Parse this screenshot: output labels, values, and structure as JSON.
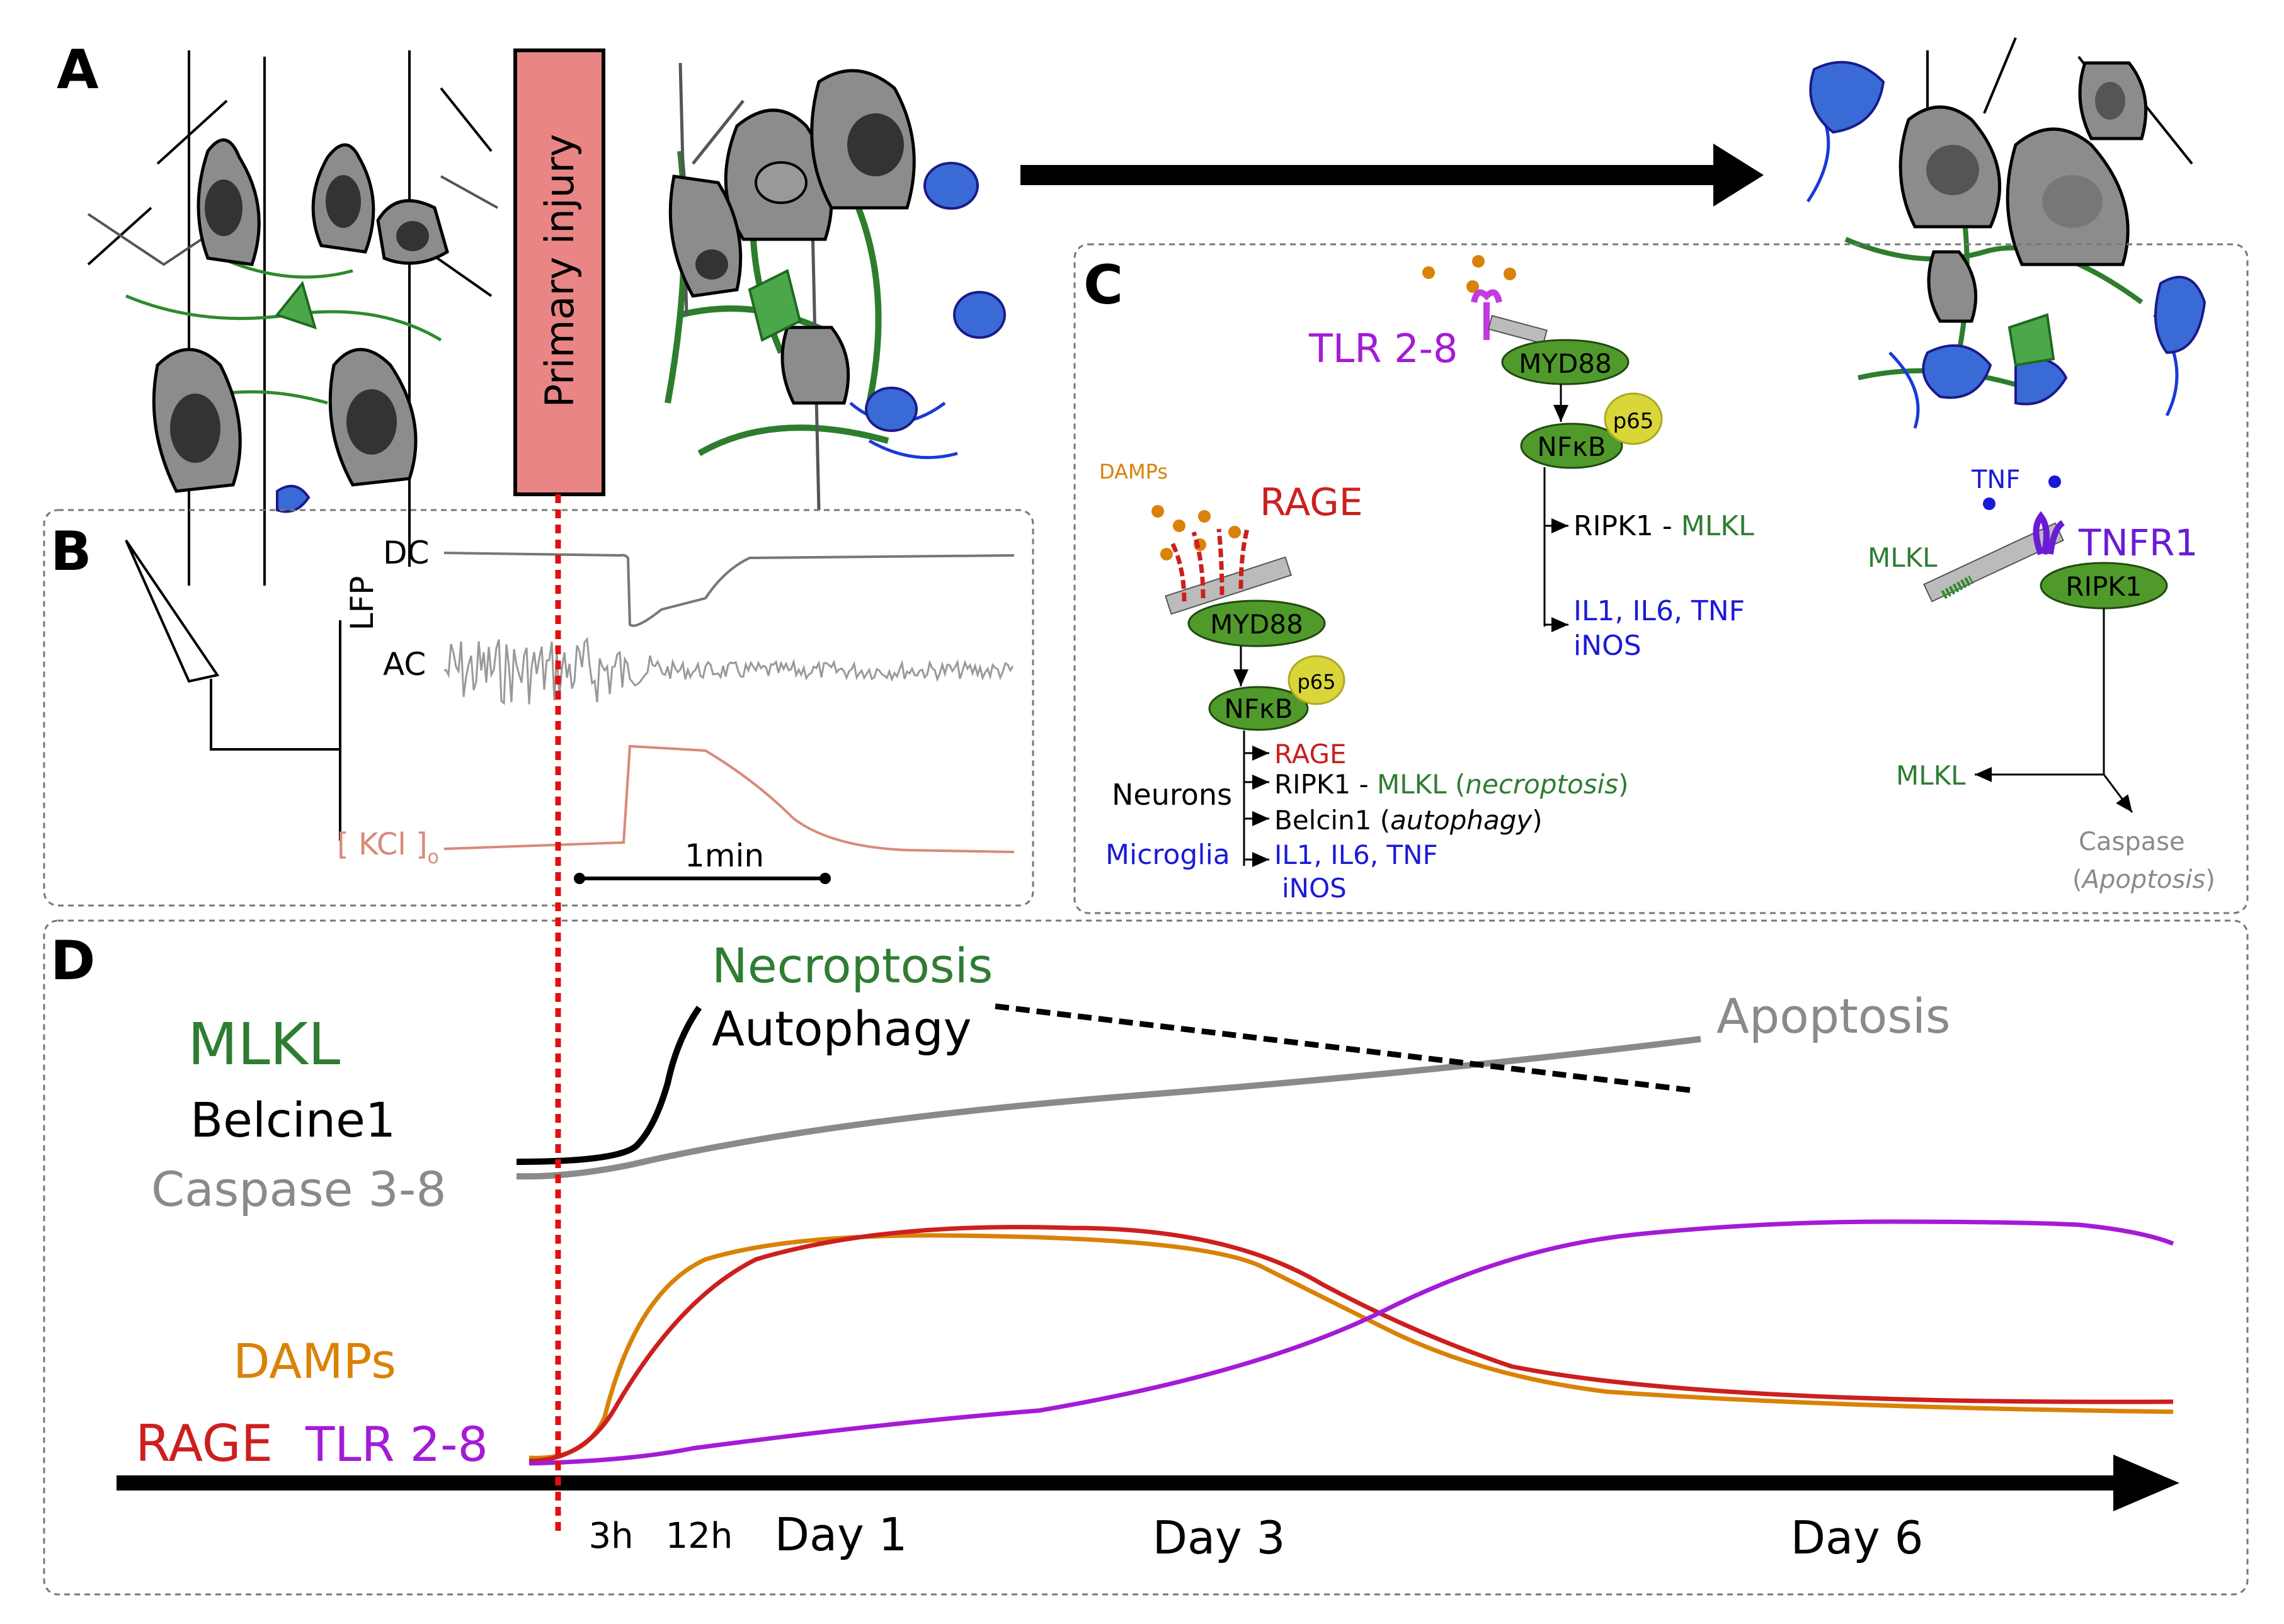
{
  "panels": {
    "a": "A",
    "b": "B",
    "c": "C",
    "d": "D"
  },
  "panel_a": {
    "primary_injury": "Primary injury"
  },
  "panel_b": {
    "lfp": "LFP",
    "dc": "DC",
    "ac": "AC",
    "kcl": "[ KCl ]",
    "kcl_sub": "o",
    "scale_bar": "1min"
  },
  "panel_c": {
    "tlr": "TLR 2-8",
    "myd88_top": "MYD88",
    "nfkb_top": "NFκB",
    "p65_top": "p65",
    "ripk1_mlkl_prefix": "RIPK1 - ",
    "ripk1_mlkl_suffix": "MLKL",
    "il_top": "IL1, IL6, TNF",
    "inos_top": "iNOS",
    "damps": "DAMPs",
    "rage": "RAGE",
    "myd88_left": "MYD88",
    "nfkb_left": "NFκB",
    "p65_left": "p65",
    "neurons": "Neurons",
    "microglia": "Microglia",
    "out_rage": "RAGE",
    "out_ripk1_prefix": "RIPK1 - ",
    "out_ripk1_mlkl": "MLKL (",
    "out_necroptosis": "necroptosis",
    "out_close": ")",
    "out_belcin": "Belcin1 (",
    "out_autophagy": "autophagy",
    "out_belcin_close": ")",
    "out_il": "IL1, IL6, TNF",
    "out_inos": "iNOS",
    "tnf": "TNF",
    "tnfr1": "TNFR1",
    "mlkl_membrane": "MLKL",
    "ripk1_right": "RIPK1",
    "mlkl_out": "MLKL",
    "caspase": "Caspase",
    "apoptosis_open": "(",
    "apoptosis": "Apoptosis",
    "apoptosis_close": ")"
  },
  "panel_d": {
    "necroptosis": "Necroptosis",
    "autophagy": "Autophagy",
    "apoptosis": "Apoptosis",
    "mlkl": "MLKL",
    "belcine": "Belcine1",
    "caspase": "Caspase 3-8",
    "damps": "DAMPs",
    "rage": "RAGE",
    "tlr": "TLR 2-8",
    "tick_3h": "3h",
    "tick_12h": "12h",
    "tick_day1": "Day 1",
    "tick_day3": "Day 3",
    "tick_day6": "Day 6"
  },
  "colors": {
    "green": "#2e7d32",
    "red": "#cc1f1f",
    "purple": "#a41bd6",
    "violet": "#6a1bd6",
    "orange": "#d98207",
    "blue": "#1a1ad6",
    "gray": "#8a8a8a",
    "kcl": "#d88a7a",
    "node_fill": "#4f9a2a",
    "p65_fill": "#d9d63a",
    "injury_box": "#e98585",
    "neuron": "#8c8c8c",
    "microglia": "#3a6ad6",
    "astro": "#3a9a3a"
  }
}
